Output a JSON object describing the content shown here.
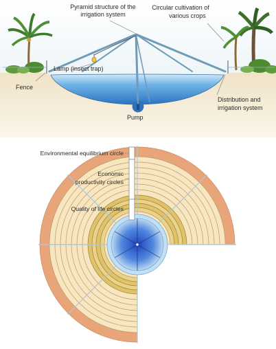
{
  "top": {
    "label_pyramid_line1": "Pyramid structure of the",
    "label_pyramid_line2": "irrigation system",
    "label_circular_line1": "Circular cultivation of",
    "label_circular_line2": "various crops",
    "label_lamp": "Lamp (insect trap)",
    "label_fence": "Fence",
    "label_pump": "Pump",
    "label_distribution_line1": "Distribution and",
    "label_distribution_line2": "irrigation system"
  },
  "bottom": {
    "label_environmental": "Environmental equilibrium circle",
    "label_economic_line1": "Economic",
    "label_economic_line2": "productivity circles",
    "label_quality": "Quality of life circles"
  },
  "colors": {
    "water_deep": "#2a73c4",
    "water_light": "#bfe0f7",
    "ground": "#f3ebd6",
    "outer_ring": "#e8a57a",
    "economic_rings": "#f7e6bf",
    "quality_rings": "#dfc26a",
    "core_blue": "#1f4fc2",
    "dividers": "#a9c8de"
  }
}
